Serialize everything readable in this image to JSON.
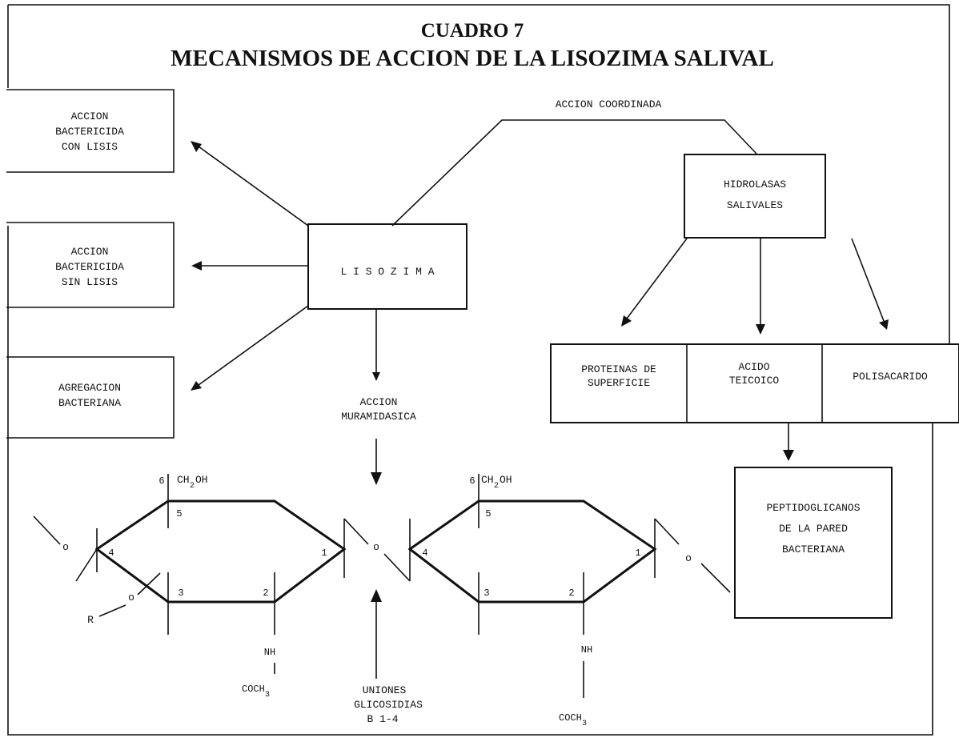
{
  "header": {
    "line1": "CUADRO 7",
    "line2": "MECANISMOS DE ACCION DE LA LISOZIMA SALIVAL"
  },
  "labels": {
    "accion_coordinada": "ACCION COORDINADA",
    "accion_muramidasica": [
      "ACCION",
      "MURAMIDASICA"
    ],
    "uniones_glicosidias": [
      "UNIONES",
      "GLICOSIDIAS",
      "B  1-4"
    ]
  },
  "boxes": {
    "lisozima": "L I S O Z I M A",
    "bactericida_con_lisis": [
      "ACCION",
      "BACTERICIDA",
      "CON LISIS"
    ],
    "bactericida_sin_lisis": [
      "ACCION",
      "BACTERICIDA",
      "SIN LISIS"
    ],
    "agregacion": [
      "AGREGACION",
      "BACTERIANA"
    ],
    "hidrolasas": [
      "HIDROLASAS",
      "SALIVALES"
    ],
    "proteinas": [
      "PROTEINAS DE",
      "SUPERFICIE"
    ],
    "acido": [
      "ACIDO",
      "TEICOICO"
    ],
    "polisacarido": "POLISACARIDO",
    "peptidoglicanos": [
      "PEPTIDOGLICANOS",
      "DE LA PARED",
      "BACTERIANA"
    ]
  },
  "molecule": {
    "oxygen": "o",
    "r_group": "R",
    "nh": "NH",
    "coch": "COCH",
    "ch2oh_pre": "CH",
    "ch2oh_post": "OH",
    "sub_2": "2",
    "sub_3": "3",
    "ring_numbers": [
      "1",
      "2",
      "3",
      "4",
      "5",
      "6"
    ]
  }
}
